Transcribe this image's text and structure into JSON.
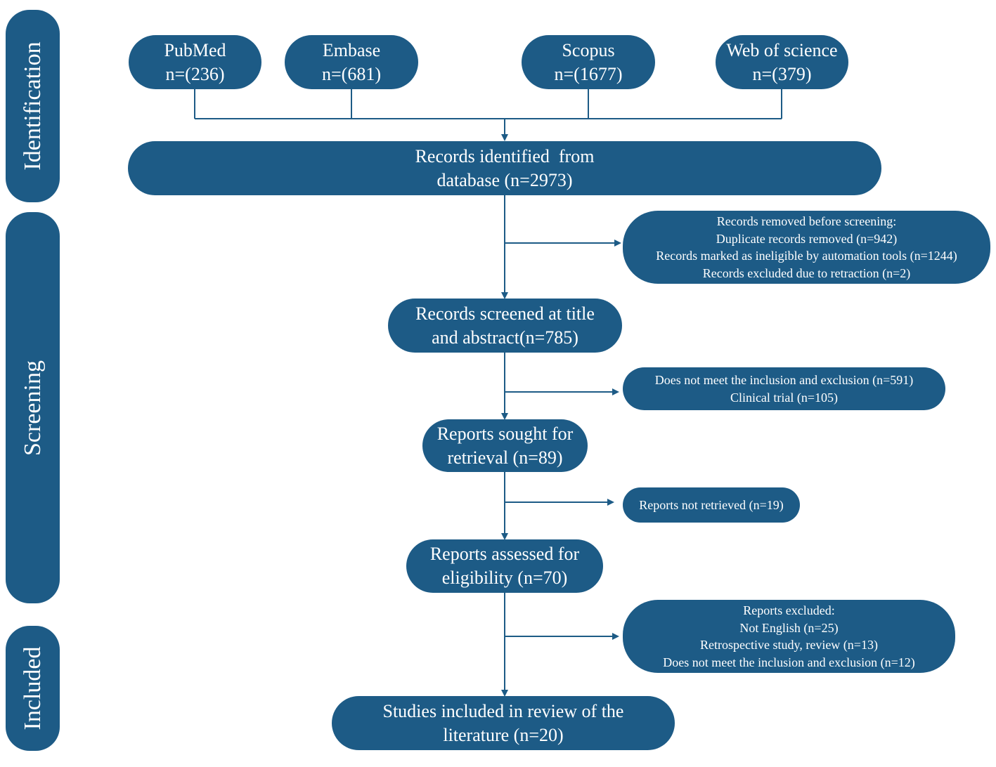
{
  "phases": {
    "identification": "Identification",
    "screening": "Screening",
    "included": "Included"
  },
  "sources": [
    {
      "name": "PubMed",
      "count": "n=(236)"
    },
    {
      "name": "Embase",
      "count": "n=(681)"
    },
    {
      "name": "Scopus",
      "count": "n=(1677)"
    },
    {
      "name": "Web of science",
      "count": "n=(379)"
    }
  ],
  "records_identified": {
    "line1": "Records identified  from",
    "line2": "database (n=2973)"
  },
  "removed_before_screening": {
    "title": "Records removed before screening:",
    "line1": "Duplicate records removed (n=942)",
    "line2": "Records marked as ineligible by automation tools (n=1244)",
    "line3": "Records excluded due to retraction (n=2)"
  },
  "screened": {
    "line1": "Records screened at title",
    "line2": "and abstract(n=785)"
  },
  "screen_excluded": {
    "line1": "Does not meet the inclusion and exclusion (n=591)",
    "line2": "Clinical trial (n=105)"
  },
  "sought": {
    "line1": "Reports sought for",
    "line2": "retrieval (n=89)"
  },
  "not_retrieved": {
    "line1": "Reports not retrieved (n=19)"
  },
  "assessed": {
    "line1": "Reports assessed for",
    "line2": "eligibility (n=70)"
  },
  "reports_excluded": {
    "title": "Reports excluded:",
    "line1": "Not English (n=25)",
    "line2": "Retrospective study, review (n=13)",
    "line3": "Does not meet the inclusion and exclusion (n=12)"
  },
  "included": {
    "line1": "Studies included in review of the",
    "line2": "literature (n=20)"
  }
}
